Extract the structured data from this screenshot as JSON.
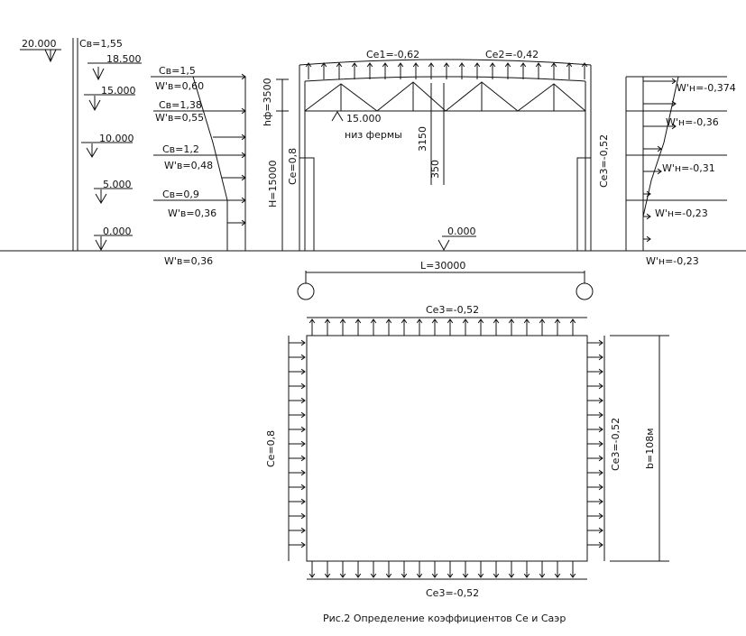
{
  "levels": {
    "l20": "20.000",
    "l185": "18.500",
    "l15": "15.000",
    "l10": "10.000",
    "l5": "5.000",
    "l0": "0.000"
  },
  "windward": {
    "cb155": "Cв=1,55",
    "cb15": "Cв=1,5",
    "w060": "W'в=0,60",
    "cb138": "Cв=1,38",
    "w055": "W'в=0,55",
    "cb12": "Cв=1,2",
    "w048": "W'в=0,48",
    "cb09": "Cв=0,9",
    "w036": "W'в=0,36",
    "wbot": "W'в=0,36"
  },
  "frame": {
    "roof_left": "Cе1=-0,62",
    "roof_right": "Cе2=-0,42",
    "hf": "hф=3500",
    "truss_level": "15.000",
    "truss_note": "низ фермы",
    "d3150": "3150",
    "d350": "350",
    "ce08": "Cе=0,8",
    "H": "H=15000",
    "ce3": "Cе3=-0,52",
    "floor": "0.000",
    "span": "L=30000"
  },
  "leeward": {
    "w0374": "W'н=-0,374",
    "w036": "W'н=-0,36",
    "w031": "W'н=-0,31",
    "w023": "W'н=-0,23",
    "wbot": "W'н=-0,23"
  },
  "plan": {
    "top": "Cе3=-0,52",
    "bottom": "Cе3=-0,52",
    "left": "Cе=0,8",
    "right": "Cе3=-0,52",
    "b": "b=108м"
  },
  "caption": "Рис.2 Определение коэффициентов Cе и Cаэр"
}
